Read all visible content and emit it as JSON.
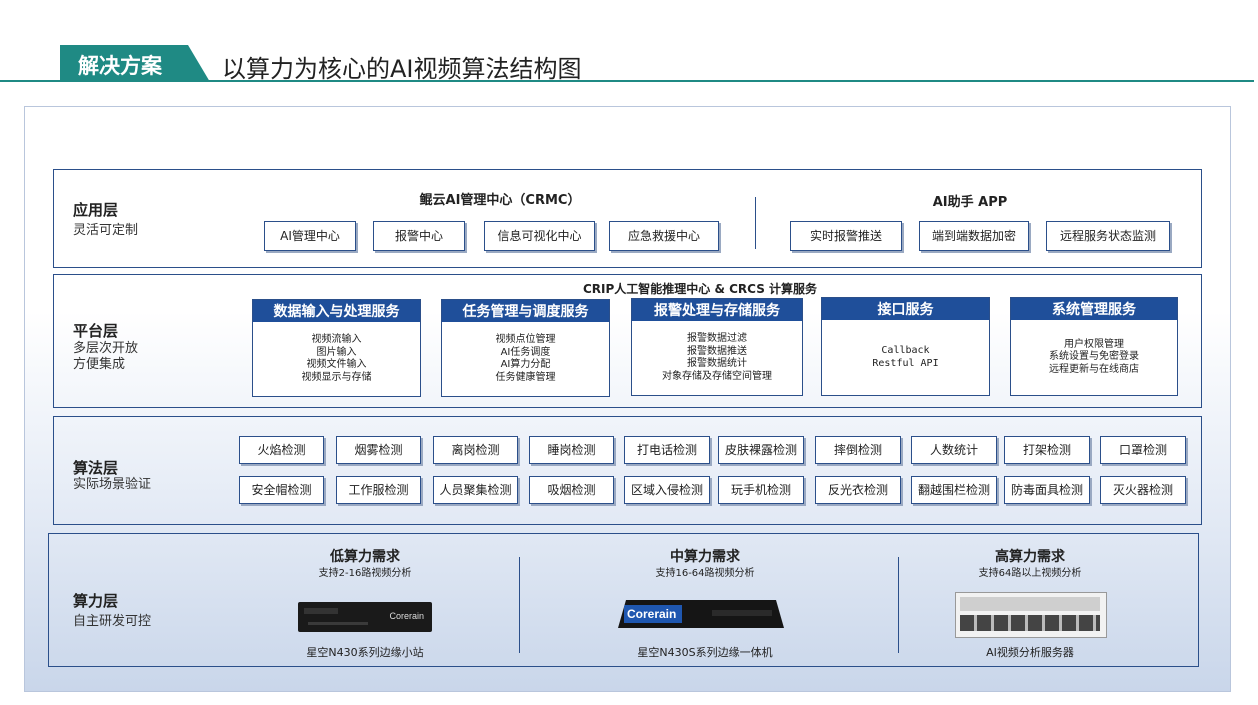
{
  "header": {
    "tag": "解决方案",
    "title": "以算力为核心的AI视频算法结构图"
  },
  "app_layer": {
    "name": "应用层",
    "desc": "灵活可定制",
    "crmc_title": "鲲云AI管理中心（CRMC）",
    "crmc_items": [
      "AI管理中心",
      "报警中心",
      "信息可视化中心",
      "应急救援中心"
    ],
    "app_title": "AI助手 APP",
    "app_items": [
      "实时报警推送",
      "端到端数据加密",
      "远程服务状态监测"
    ]
  },
  "platform_layer": {
    "name": "平台层",
    "desc1": "多层次开放",
    "desc2": "方便集成",
    "top_title": "CRIP人工智能推理中心 & CRCS 计算服务",
    "services": [
      {
        "title": "数据输入与处理服务",
        "items": [
          "视频流输入",
          "图片输入",
          "视频文件输入",
          "视频显示与存储"
        ]
      },
      {
        "title": "任务管理与调度服务",
        "items": [
          "视频点位管理",
          "AI任务调度",
          "AI算力分配",
          "任务健康管理"
        ]
      },
      {
        "title": "报警处理与存储服务",
        "items": [
          "报警数据过滤",
          "报警数据推送",
          "报警数据统计",
          "对象存储及存储空间管理"
        ]
      },
      {
        "title": "接口服务",
        "items": [
          "Callback",
          "Restful API"
        ]
      },
      {
        "title": "系统管理服务",
        "items": [
          "用户权限管理",
          "系统设置与免密登录",
          "远程更新与在线商店"
        ]
      }
    ]
  },
  "algo_layer": {
    "name": "算法层",
    "desc": "实际场景验证",
    "row1": [
      "火焰检测",
      "烟雾检测",
      "离岗检测",
      "睡岗检测",
      "打电话检测",
      "皮肤裸露检测",
      "摔倒检测",
      "人数统计",
      "打架检测",
      "口罩检测"
    ],
    "row2": [
      "安全帽检测",
      "工作服检测",
      "人员聚集检测",
      "吸烟检测",
      "区域入侵检测",
      "玩手机检测",
      "反光衣检测",
      "翻越围栏检测",
      "防毒面具检测",
      "灭火器检测"
    ]
  },
  "compute_layer": {
    "name": "算力层",
    "desc": "自主研发可控",
    "tiers": [
      {
        "title": "低算力需求",
        "sub": "支持2-16路视频分析",
        "device": "星空N430系列边缘小站",
        "logo": "Corerain"
      },
      {
        "title": "中算力需求",
        "sub": "支持16-64路视频分析",
        "device": "星空N430S系列边缘一体机",
        "logo": "Corerain"
      },
      {
        "title": "高算力需求",
        "sub": "支持64路以上视频分析",
        "device": "AI视频分析服务器",
        "logo": ""
      }
    ]
  },
  "colors": {
    "accent": "#1f8a84",
    "header_blue": "#1f4f9a",
    "border": "#2b4f8a"
  }
}
